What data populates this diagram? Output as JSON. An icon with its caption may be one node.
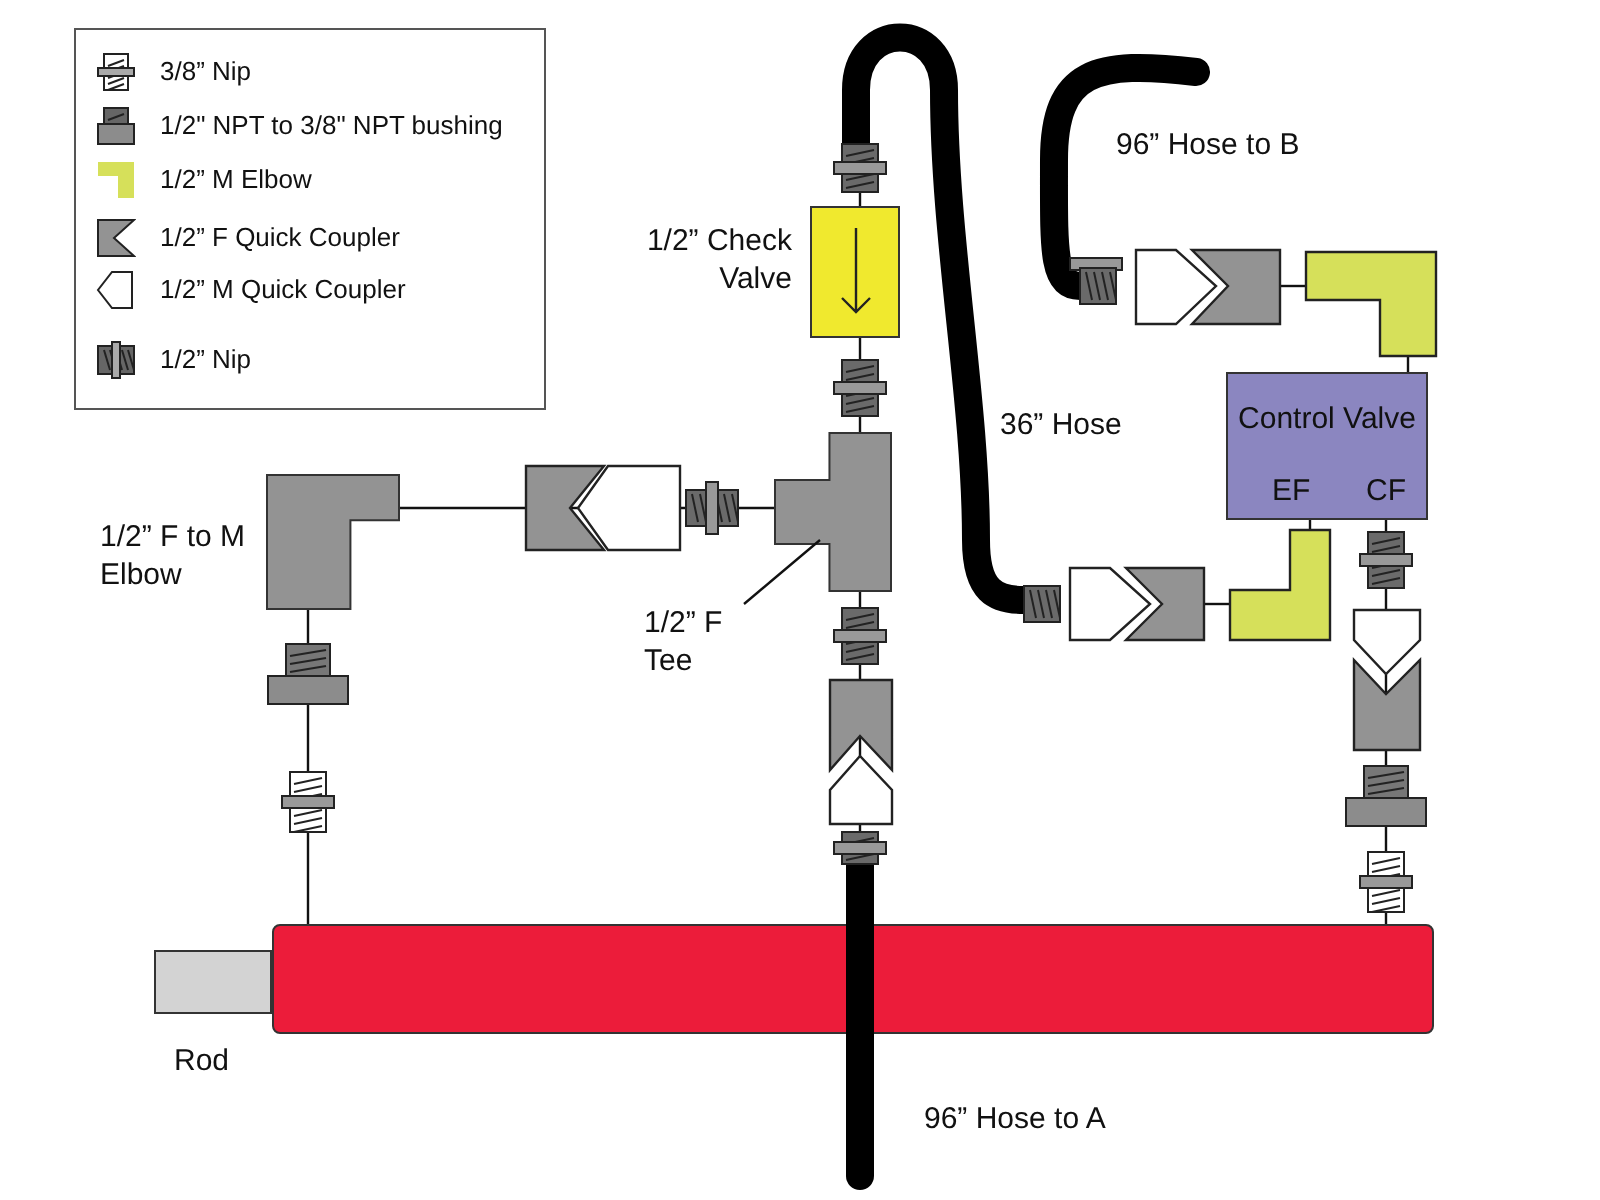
{
  "diagram": {
    "nodes": [
      {
        "text": [
          "Control Valve",
          "EF",
          "CF"
        ]
      },
      {
        "text": [],
        "shape": "box",
        "beside": [
          "1/2” Check Valve"
        ]
      },
      {
        "text": [
          "1/2” F Tee"
        ]
      },
      {
        "text": [],
        "shape": "tee"
      },
      {
        "text": [],
        "shape": "elbow",
        "beside": [
          "1/2” F to M Elbow"
        ]
      },
      {
        "text": [],
        "shape": "cylinder"
      },
      {
        "text": [],
        "shape": "box",
        "beside": [
          "Rod"
        ]
      }
    ],
    "edges": [
      {
        "from": 2,
        "to": 3,
        "arrow": "none"
      },
      {
        "from": 1,
        "to": 3,
        "arrow": "none"
      },
      {
        "from": 3,
        "to": 4,
        "arrow": "none"
      },
      {
        "from": 4,
        "to": 5,
        "arrow": "none"
      },
      {
        "from": 0,
        "to": 5,
        "arrow": "none"
      }
    ],
    "labels": [
      "96” Hose to B",
      "36” Hose",
      "96” Hose to A"
    ],
    "legend": [
      {
        "text": "3/8” Nip"
      },
      {
        "text": "1/2\" NPT to 3/8\" NPT bushing"
      },
      {
        "text": "1/2” M Elbow"
      },
      {
        "text": "1/2” F Quick Coupler"
      },
      {
        "text": "1/2” M Quick Coupler"
      },
      {
        "text": "1/2” Nip"
      }
    ]
  }
}
